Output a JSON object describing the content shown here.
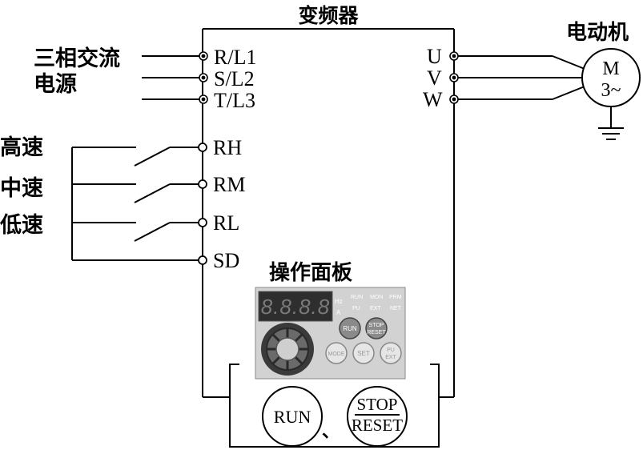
{
  "title": "变频器",
  "motor": {
    "label": "电动机",
    "symbol_top": "M",
    "symbol_bottom": "3~"
  },
  "power_source": {
    "line1": "三相交流",
    "line2": "电源"
  },
  "input_terminals": [
    "R/L1",
    "S/L2",
    "T/L3"
  ],
  "output_terminals": [
    "U",
    "V",
    "W"
  ],
  "speed_labels": [
    "高速",
    "中速",
    "低速"
  ],
  "control_terminals": [
    "RH",
    "RM",
    "RL",
    "SD"
  ],
  "panel": {
    "label": "操作面板",
    "display": "8.8.8.8",
    "unit_hz": "Hz",
    "unit_a": "A",
    "indicators_row1": [
      "RUN",
      "MON",
      "PRM"
    ],
    "indicators_row2": [
      "PU",
      "EXT",
      "NET"
    ],
    "run_key": "RUN",
    "stop_key_top": "STOP",
    "stop_key_bottom": "RESET",
    "mode_key": "MODE",
    "set_key": "SET",
    "pu_key_top": "PU",
    "pu_key_bottom": "EXT"
  },
  "buttons": {
    "run": "RUN",
    "separator": "、",
    "stop_top": "STOP",
    "stop_bottom": "RESET"
  }
}
